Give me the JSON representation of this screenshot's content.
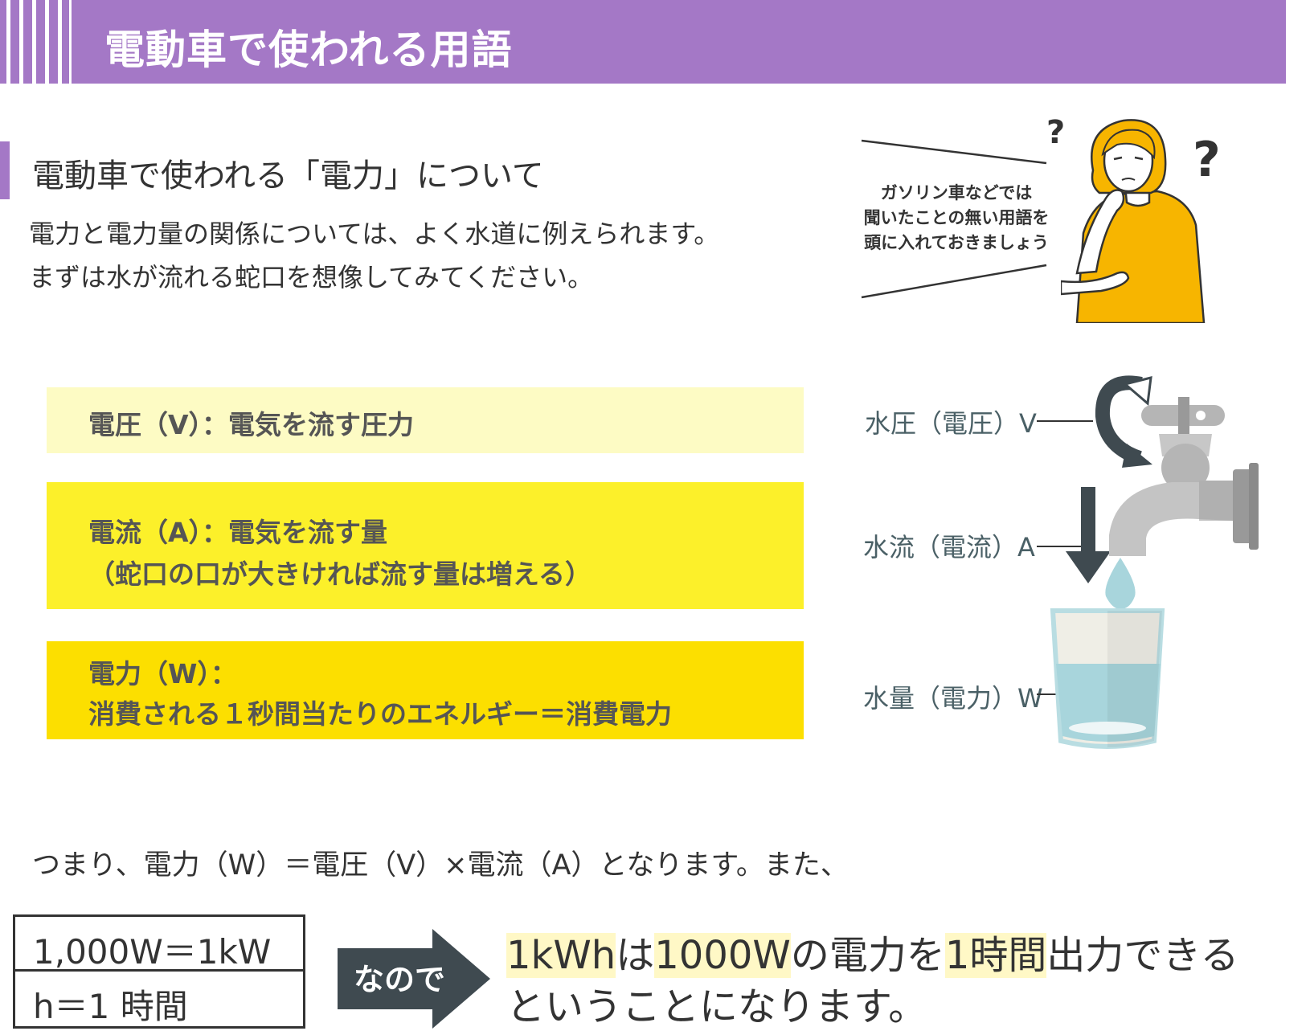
{
  "header": {
    "title": "電動車で使われる用語"
  },
  "section": {
    "title": "電動車で使われる「電力」について",
    "intro": [
      "電力と電力量の関係については、よく水道に例えられます。",
      "まずは水が流れる蛇口を想像してみてください。"
    ]
  },
  "speech": {
    "lines": [
      "ガソリン車などでは",
      "聞いたことの無い用語を",
      "頭に入れておきましょう"
    ],
    "question_marks": [
      "?",
      "?"
    ]
  },
  "definitions": [
    {
      "lines": [
        "電圧（V）：電気を流す圧力"
      ],
      "color": "#fdfbc4"
    },
    {
      "lines": [
        "電流（A）：電気を流す量",
        "（蛇口の口が大きければ流す量は増える）"
      ],
      "color": "#fcf02a"
    },
    {
      "lines": [
        "電力（W）：",
        "消費される１秒間当たりのエネルギー＝消費電力"
      ],
      "color": "#fcdf00"
    }
  ],
  "tap_labels": [
    "水圧（電圧）V",
    "水流（電流）A",
    "水量（電力）W"
  ],
  "summary_line": "つまり、電力（W）＝電圧（V）×電流（A）となります。また、",
  "unit_table": [
    "1,000W＝1kW",
    "h＝1 時間"
  ],
  "arrow_label": "なので",
  "conclusion": {
    "line1": [
      {
        "text": "1kWh",
        "highlight": true
      },
      {
        "text": "は",
        "highlight": false
      },
      {
        "text": "1000W",
        "highlight": true
      },
      {
        "text": "の電力を",
        "highlight": false
      },
      {
        "text": "1時間",
        "highlight": true
      },
      {
        "text": "出力できる",
        "highlight": false
      }
    ],
    "line2": "ということになります。"
  },
  "colors": {
    "header": "#a478c6",
    "label_text": "#4a6066",
    "arrow": "#3f4a50",
    "water": "#a8d5dc",
    "highlight": "#fff8c6"
  }
}
